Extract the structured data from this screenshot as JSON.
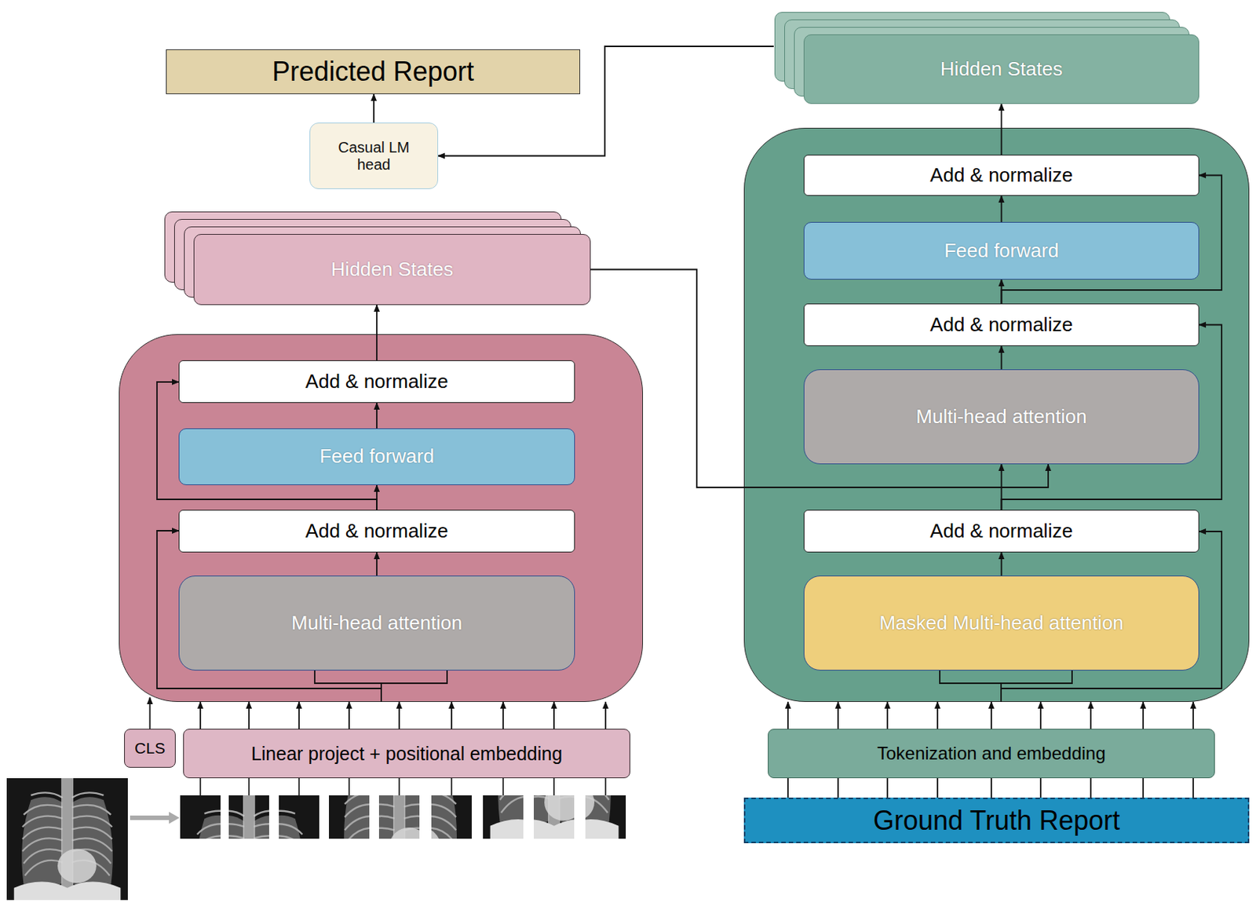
{
  "diagram": {
    "nodes": [
      {
        "text": [
          "Predicted Report"
        ]
      },
      {
        "text": [
          "Casual LM head"
        ]
      },
      {
        "text": [
          "Hidden States"
        ]
      },
      {
        "text": [
          "Hidden States"
        ]
      },
      {
        "text": []
      },
      {
        "text": [
          "Add & normalize"
        ],
        "in": 4
      },
      {
        "text": [
          "Feed forward"
        ],
        "in": 4
      },
      {
        "text": [
          "Add & normalize"
        ],
        "in": 4
      },
      {
        "text": [
          "Multi-head attention"
        ],
        "in": 4
      },
      {
        "text": []
      },
      {
        "text": [
          "Add & normalize"
        ],
        "in": 9
      },
      {
        "text": [
          "Feed forward"
        ],
        "in": 9
      },
      {
        "text": [
          "Add & normalize"
        ],
        "in": 9
      },
      {
        "text": [
          "Multi-head attention"
        ],
        "in": 9
      },
      {
        "text": [
          "Add & normalize"
        ],
        "in": 9
      },
      {
        "text": [
          "Masked Multi-head attention"
        ],
        "in": 9
      },
      {
        "text": [
          "CLS"
        ]
      },
      {
        "text": [
          "Linear project + positional embedding"
        ]
      },
      {
        "text": [
          "Tokenization and embedding"
        ]
      },
      {
        "text": [
          "Ground Truth Report"
        ]
      }
    ],
    "edges": [
      {
        "from": 1,
        "to": 0,
        "arrow": "to"
      },
      {
        "from": 2,
        "to": 1,
        "arrow": "to"
      },
      {
        "from": 8,
        "to": 7,
        "arrow": "to"
      },
      {
        "from": 7,
        "to": 6,
        "arrow": "to"
      },
      {
        "from": 6,
        "to": 5,
        "arrow": "to"
      },
      {
        "from": 7,
        "to": 5,
        "arrow": "to"
      },
      {
        "from": 5,
        "to": 3,
        "arrow": "to"
      },
      {
        "from": 3,
        "to": 13,
        "arrow": "to"
      },
      {
        "from": 15,
        "to": 14,
        "arrow": "to"
      },
      {
        "from": 14,
        "to": 13,
        "arrow": "to"
      },
      {
        "from": 14,
        "to": 12,
        "arrow": "to"
      },
      {
        "from": 13,
        "to": 12,
        "arrow": "to"
      },
      {
        "from": 12,
        "to": 11,
        "arrow": "to"
      },
      {
        "from": 11,
        "to": 10,
        "arrow": "to"
      },
      {
        "from": 12,
        "to": 10,
        "arrow": "to"
      },
      {
        "from": 10,
        "to": 2,
        "arrow": "to"
      },
      {
        "from": 16,
        "to": 4,
        "arrow": "to"
      },
      {
        "from": 17,
        "to": 4,
        "arrow": "to"
      },
      {
        "from": 18,
        "to": 9,
        "arrow": "to"
      },
      {
        "from": 19,
        "to": 18,
        "arrow": "none"
      }
    ]
  }
}
